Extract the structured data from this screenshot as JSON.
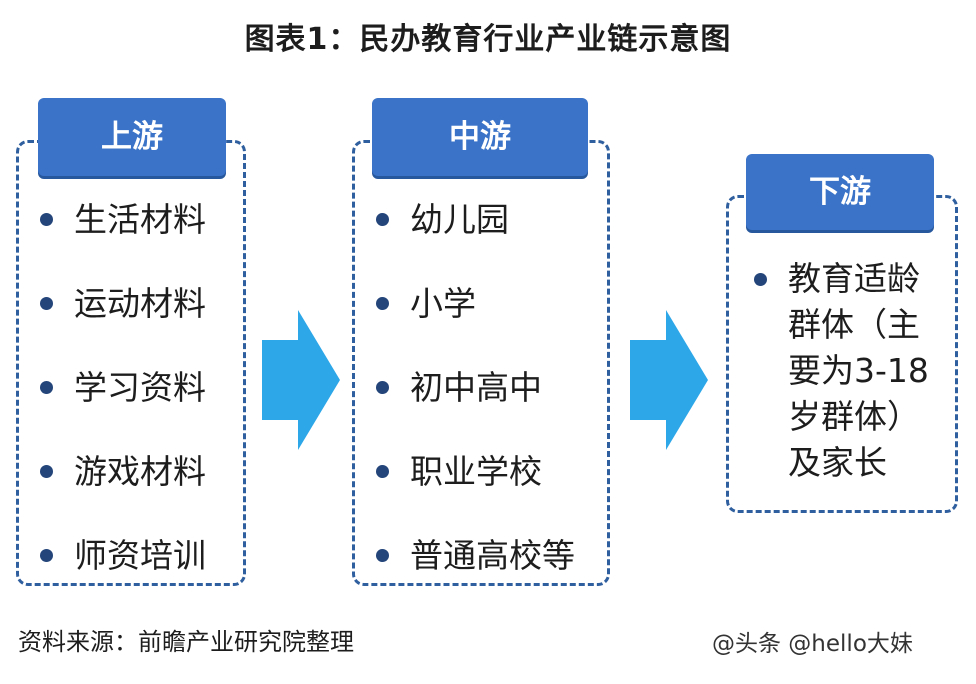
{
  "title": "图表1：民办教育行业产业链示意图",
  "stages": {
    "upstream": {
      "label": "上游",
      "items": [
        "生活材料",
        "运动材料",
        "学习资料",
        "游戏材料",
        "师资培训"
      ]
    },
    "midstream": {
      "label": "中游",
      "items": [
        "幼儿园",
        "小学",
        "初中高中",
        "职业学校",
        "普通高校等"
      ]
    },
    "downstream": {
      "label": "下游",
      "items": [
        "教育适龄群体（主要为3-18岁群体）及家长"
      ]
    }
  },
  "source": "资料来源：前瞻产业研究院整理",
  "watermark": "@头条 @hello大妹",
  "colors": {
    "header_fill": "#3a73c8",
    "border": "#2f5f9e",
    "arrow": "#2ea7e8",
    "bullet": "#24457a"
  }
}
